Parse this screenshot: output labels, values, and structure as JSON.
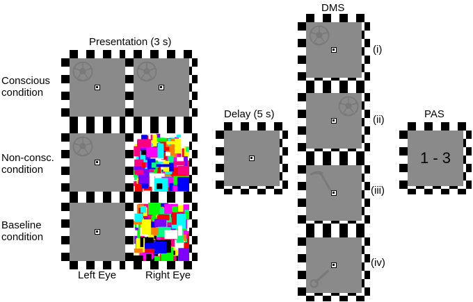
{
  "labels": {
    "presentation": "Presentation (3 s)",
    "delay": "Delay (5 s)",
    "dms": "DMS",
    "pas": "PAS",
    "conscious_line1": "Conscious",
    "conscious_line2": "condition",
    "nonconsc_line1": "Non-consc.",
    "nonconsc_line2": "condition",
    "baseline_line1": "Baseline",
    "baseline_line2": "condition",
    "left_eye": "Left Eye",
    "right_eye": "Right Eye",
    "dms_i": "(i)",
    "dms_ii": "(ii)",
    "dms_iii": "(iii)",
    "dms_iv": "(iv)",
    "pas_scale": "1 - 3"
  },
  "colors": {
    "stimulus_gray": "#8a8a8a",
    "checker_dark": "#000000",
    "checker_light": "#ffffff",
    "icon_gray": "#7a7a7a",
    "mondrian_palette": [
      "#ff0000",
      "#00ff00",
      "#0000ff",
      "#ffff00",
      "#ff00ff",
      "#00ffff",
      "#ffffff",
      "#000000",
      "#ff8000",
      "#8000ff",
      "#00ff80",
      "#ff0080"
    ]
  },
  "icons": {
    "ball": "soccer-ball-icon",
    "hammer": "hammer-icon",
    "wrench": "wrench-icon",
    "fixation": "fixation-dot-icon"
  }
}
